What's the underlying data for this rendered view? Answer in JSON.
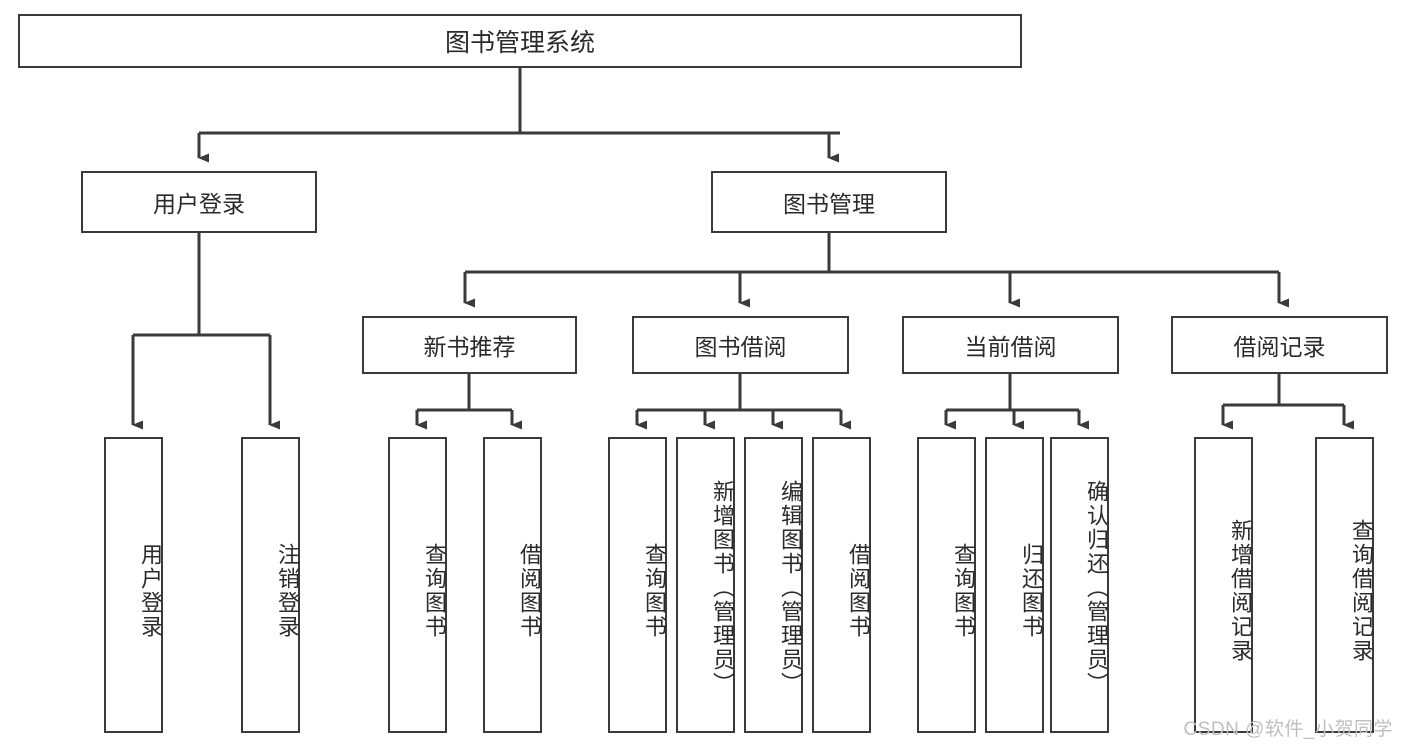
{
  "diagram": {
    "title": "图书管理系统",
    "type": "functional-structure-tree",
    "watermark": "CSDN @软件_小贺同学",
    "colors": {
      "box_stroke": "#3a3a3a",
      "box_fill": "#ffffff",
      "line": "#3a3a3a",
      "text": "#2b2b2b",
      "watermark": "#bfbfbf"
    }
  },
  "nodes": {
    "root": {
      "label": "图书管理系统"
    },
    "level2": [
      {
        "id": "user-login",
        "label": "用户登录"
      },
      {
        "id": "book-management",
        "label": "图书管理"
      }
    ],
    "level3": [
      {
        "id": "new-book-recommend",
        "label": "新书推荐"
      },
      {
        "id": "book-borrow",
        "label": "图书借阅"
      },
      {
        "id": "current-borrow",
        "label": "当前借阅"
      },
      {
        "id": "borrow-record",
        "label": "借阅记录"
      }
    ],
    "leaves": {
      "user_login": [
        {
          "id": "leaf-user-login",
          "label": "用户登录"
        },
        {
          "id": "leaf-logout-login",
          "label": "注销登录"
        }
      ],
      "new_book_recommend": [
        {
          "id": "leaf-query-book-1",
          "label": "查询图书"
        },
        {
          "id": "leaf-borrow-book-1",
          "label": "借阅图书"
        }
      ],
      "book_borrow": [
        {
          "id": "leaf-query-book-2",
          "label": "查询图书"
        },
        {
          "id": "leaf-add-book",
          "label": "新增图书（管理员）"
        },
        {
          "id": "leaf-edit-book",
          "label": "编辑图书（管理员）"
        },
        {
          "id": "leaf-borrow-book-2",
          "label": "借阅图书"
        }
      ],
      "current_borrow": [
        {
          "id": "leaf-query-book-3",
          "label": "查询图书"
        },
        {
          "id": "leaf-return-book",
          "label": "归还图书"
        },
        {
          "id": "leaf-confirm-return",
          "label": "确认归还（管理员）"
        }
      ],
      "borrow_record": [
        {
          "id": "leaf-add-record",
          "label": "新增借阅记录"
        },
        {
          "id": "leaf-query-record",
          "label": "查询借阅记录"
        }
      ]
    }
  }
}
